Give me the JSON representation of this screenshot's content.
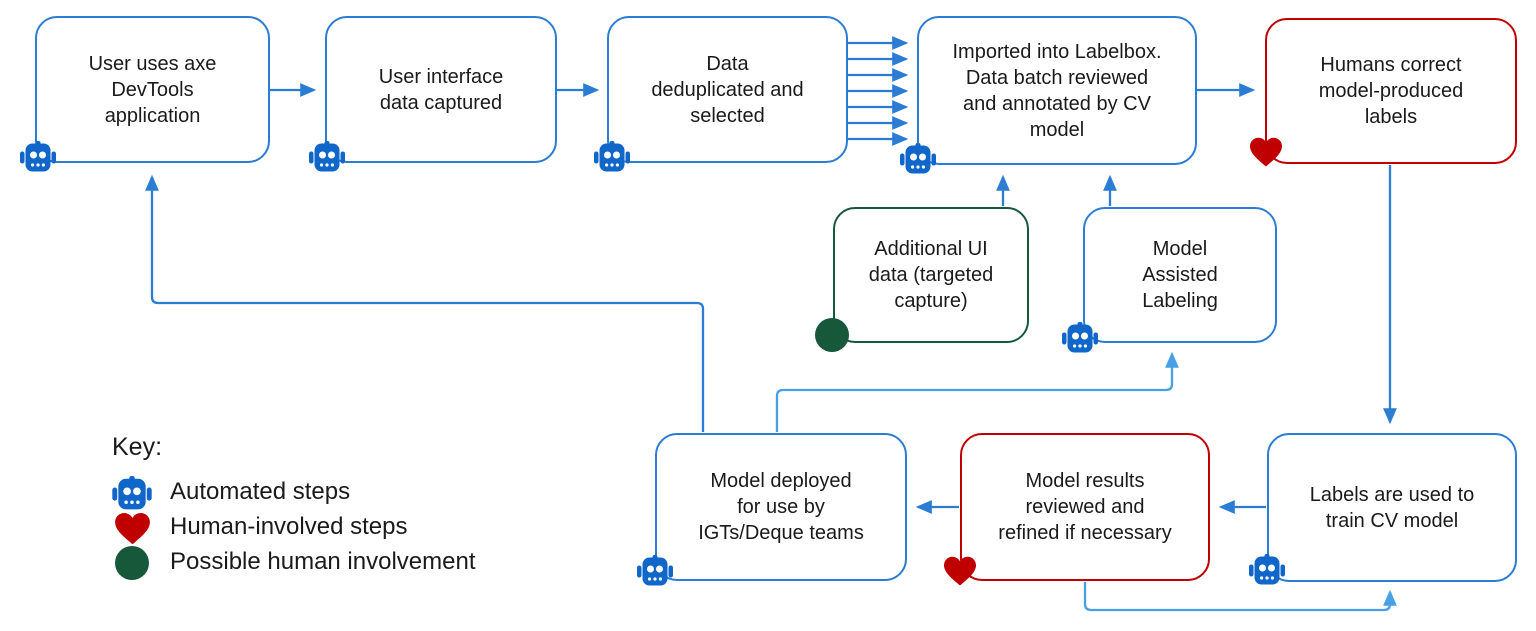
{
  "diagram": {
    "title_hint": "CV model data labeling workflow",
    "boxes": [
      {
        "id": "user-axe",
        "text": "User uses axe\nDevTools\napplication",
        "type": "automated"
      },
      {
        "id": "ui-captured",
        "text": "User interface\ndata captured",
        "type": "automated"
      },
      {
        "id": "dedup",
        "text": "Data\ndeduplicated and\nselected",
        "type": "automated"
      },
      {
        "id": "labelbox",
        "text": "Imported into Labelbox.\nData batch reviewed\nand annotated by CV\nmodel",
        "type": "automated"
      },
      {
        "id": "humans-correct",
        "text": "Humans correct\nmodel-produced\nlabels",
        "type": "human-involved"
      },
      {
        "id": "additional-ui",
        "text": "Additional UI\ndata (targeted\ncapture)",
        "type": "possible-human"
      },
      {
        "id": "model-assisted",
        "text": "Model\nAssisted\nLabeling",
        "type": "automated"
      },
      {
        "id": "deployed",
        "text": "Model deployed\nfor use by\nIGTs/Deque teams",
        "type": "automated"
      },
      {
        "id": "results-reviewed",
        "text": "Model results\nreviewed and\nrefined if necessary",
        "type": "human-involved"
      },
      {
        "id": "labels-train",
        "text": "Labels are used  to\ntrain CV model",
        "type": "automated"
      }
    ],
    "key": {
      "title": "Key:",
      "items": [
        {
          "icon": "robot-icon",
          "label": "Automated steps"
        },
        {
          "icon": "heart-icon",
          "label": "Human-involved steps"
        },
        {
          "icon": "green-circle-icon",
          "label": "Possible human involvement"
        }
      ]
    },
    "colors": {
      "automated_border": "#2B7CD3",
      "human_border": "#C00000",
      "possible_human_border": "#17573A",
      "robot_icon": "#1166C9",
      "heart_icon": "#C00000",
      "green_circle_icon": "#17573A",
      "connector": "#2B7CD3",
      "connector_light": "#47A0E6"
    }
  }
}
